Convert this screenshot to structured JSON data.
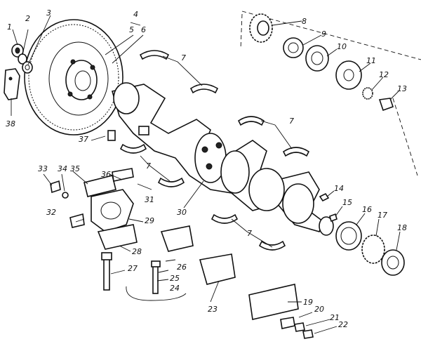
{
  "figure": {
    "callouts": [
      {
        "id": "c1",
        "text": "1"
      },
      {
        "id": "c2",
        "text": "2"
      },
      {
        "id": "c3",
        "text": "3"
      },
      {
        "id": "c4",
        "text": "4"
      },
      {
        "id": "c5",
        "text": "5"
      },
      {
        "id": "c6",
        "text": "6"
      },
      {
        "id": "c7a",
        "text": "7"
      },
      {
        "id": "c7b",
        "text": "7"
      },
      {
        "id": "c7c",
        "text": "7"
      },
      {
        "id": "c7d",
        "text": "7"
      },
      {
        "id": "c8",
        "text": "8"
      },
      {
        "id": "c9",
        "text": "9"
      },
      {
        "id": "c10",
        "text": "10"
      },
      {
        "id": "c11",
        "text": "11"
      },
      {
        "id": "c12",
        "text": "12"
      },
      {
        "id": "c13",
        "text": "13"
      },
      {
        "id": "c14",
        "text": "14"
      },
      {
        "id": "c15",
        "text": "15"
      },
      {
        "id": "c16",
        "text": "16"
      },
      {
        "id": "c17",
        "text": "17"
      },
      {
        "id": "c18",
        "text": "18"
      },
      {
        "id": "c19",
        "text": "19"
      },
      {
        "id": "c20",
        "text": "20"
      },
      {
        "id": "c21",
        "text": "21"
      },
      {
        "id": "c22",
        "text": "22"
      },
      {
        "id": "c23",
        "text": "23"
      },
      {
        "id": "c24",
        "text": "24"
      },
      {
        "id": "c25",
        "text": "25"
      },
      {
        "id": "c26",
        "text": "26"
      },
      {
        "id": "c27",
        "text": "27"
      },
      {
        "id": "c28",
        "text": "28"
      },
      {
        "id": "c29",
        "text": "29"
      },
      {
        "id": "c30",
        "text": "30"
      },
      {
        "id": "c31",
        "text": "31"
      },
      {
        "id": "c32",
        "text": "32"
      },
      {
        "id": "c33",
        "text": "33"
      },
      {
        "id": "c34",
        "text": "34"
      },
      {
        "id": "c35",
        "text": "35"
      },
      {
        "id": "c36",
        "text": "36"
      },
      {
        "id": "c37",
        "text": "37"
      },
      {
        "id": "c38",
        "text": "38"
      }
    ]
  }
}
